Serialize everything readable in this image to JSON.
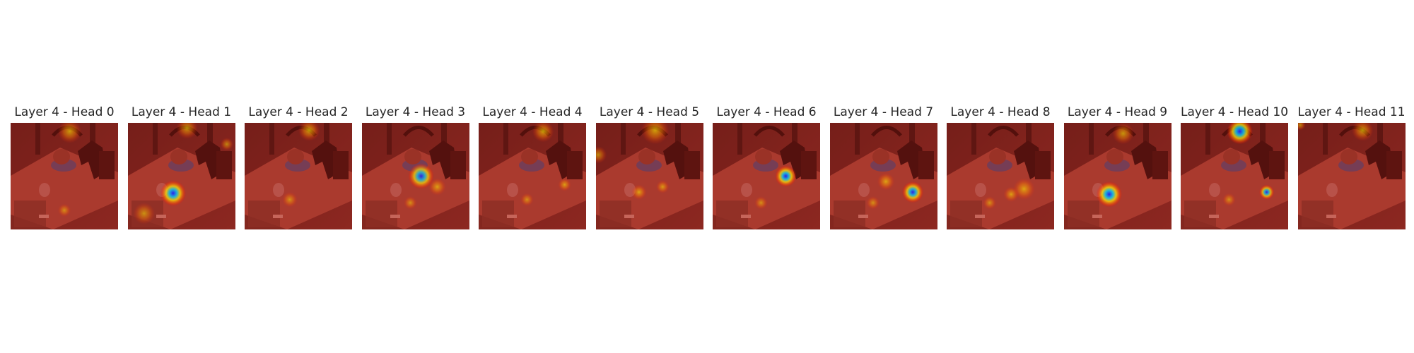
{
  "figure": {
    "layer": 4,
    "panels": [
      {
        "title": "Layer 4 - Head 0",
        "hotspots": [
          [
            0.55,
            0.08,
            0.11,
            0.5
          ],
          [
            0.5,
            0.82,
            0.06,
            0.28
          ]
        ]
      },
      {
        "title": "Layer 4 - Head 1",
        "hotspots": [
          [
            0.42,
            0.66,
            0.12,
            0.9
          ],
          [
            0.55,
            0.05,
            0.1,
            0.45
          ],
          [
            0.15,
            0.85,
            0.1,
            0.35
          ],
          [
            0.92,
            0.2,
            0.06,
            0.3
          ]
        ]
      },
      {
        "title": "Layer 4 - Head 2",
        "hotspots": [
          [
            0.6,
            0.07,
            0.1,
            0.55
          ],
          [
            0.42,
            0.72,
            0.07,
            0.3
          ]
        ]
      },
      {
        "title": "Layer 4 - Head 3",
        "hotspots": [
          [
            0.55,
            0.5,
            0.12,
            0.75
          ],
          [
            0.7,
            0.6,
            0.08,
            0.45
          ],
          [
            0.45,
            0.75,
            0.06,
            0.3
          ]
        ]
      },
      {
        "title": "Layer 4 - Head 4",
        "hotspots": [
          [
            0.6,
            0.08,
            0.1,
            0.55
          ],
          [
            0.8,
            0.58,
            0.06,
            0.45
          ],
          [
            0.45,
            0.72,
            0.06,
            0.3
          ]
        ]
      },
      {
        "title": "Layer 4 - Head 5",
        "hotspots": [
          [
            0.55,
            0.07,
            0.13,
            0.55
          ],
          [
            0.4,
            0.65,
            0.07,
            0.5
          ],
          [
            0.62,
            0.6,
            0.06,
            0.4
          ],
          [
            0.02,
            0.3,
            0.08,
            0.35
          ]
        ]
      },
      {
        "title": "Layer 4 - Head 6",
        "hotspots": [
          [
            0.68,
            0.5,
            0.1,
            0.9
          ],
          [
            0.45,
            0.75,
            0.06,
            0.3
          ]
        ]
      },
      {
        "title": "Layer 4 - Head 7",
        "hotspots": [
          [
            0.77,
            0.65,
            0.1,
            0.85
          ],
          [
            0.52,
            0.55,
            0.08,
            0.5
          ],
          [
            0.4,
            0.75,
            0.06,
            0.3
          ]
        ]
      },
      {
        "title": "Layer 4 - Head 8",
        "hotspots": [
          [
            0.72,
            0.62,
            0.1,
            0.5
          ],
          [
            0.6,
            0.67,
            0.07,
            0.45
          ],
          [
            0.4,
            0.75,
            0.06,
            0.3
          ]
        ]
      },
      {
        "title": "Layer 4 - Head 9",
        "hotspots": [
          [
            0.42,
            0.67,
            0.12,
            0.95
          ],
          [
            0.55,
            0.1,
            0.1,
            0.45
          ]
        ]
      },
      {
        "title": "Layer 4 - Head 10",
        "hotspots": [
          [
            0.55,
            0.08,
            0.12,
            0.9
          ],
          [
            0.8,
            0.65,
            0.07,
            0.75
          ],
          [
            0.45,
            0.72,
            0.06,
            0.3
          ]
        ]
      },
      {
        "title": "Layer 4 - Head 11",
        "hotspots": [
          [
            0.6,
            0.07,
            0.1,
            0.5
          ],
          [
            0.02,
            0.02,
            0.05,
            0.35
          ]
        ]
      }
    ]
  }
}
